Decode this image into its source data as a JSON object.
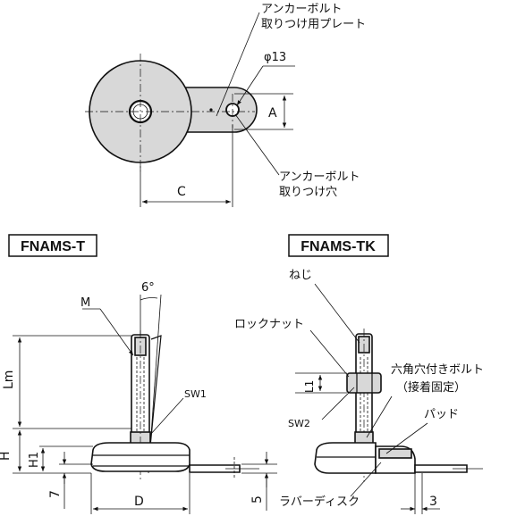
{
  "top_view": {
    "anchor_plate_label": [
      "アンカーボルト",
      "取りつけ用プレート"
    ],
    "hole_diameter_label": "φ13",
    "dim_a": "A",
    "anchor_hole_label": [
      "アンカーボルト",
      "取りつけ穴"
    ],
    "dim_c": "C"
  },
  "fnams_t": {
    "title": "FNAMS-T",
    "angle": "6°",
    "thread": "M",
    "lm": "Lm",
    "sw1": "SW1",
    "h": "H",
    "h1": "H1",
    "d": "D",
    "dim_7": "7",
    "dim_5": "5"
  },
  "fnams_tk": {
    "title": "FNAMS-TK",
    "neji": "ねじ",
    "lock_nut": "ロックナット",
    "l1": "L1",
    "sw2": "SW2",
    "hex_bolt": [
      "六角穴付きボルト",
      "（接着固定）"
    ],
    "pad": "パッド",
    "rubber_disk": "ラバーディスク",
    "dim_3": "3"
  },
  "colors": {
    "line": "#111111",
    "shade": "#d8d8d8",
    "background": "#ffffff"
  }
}
